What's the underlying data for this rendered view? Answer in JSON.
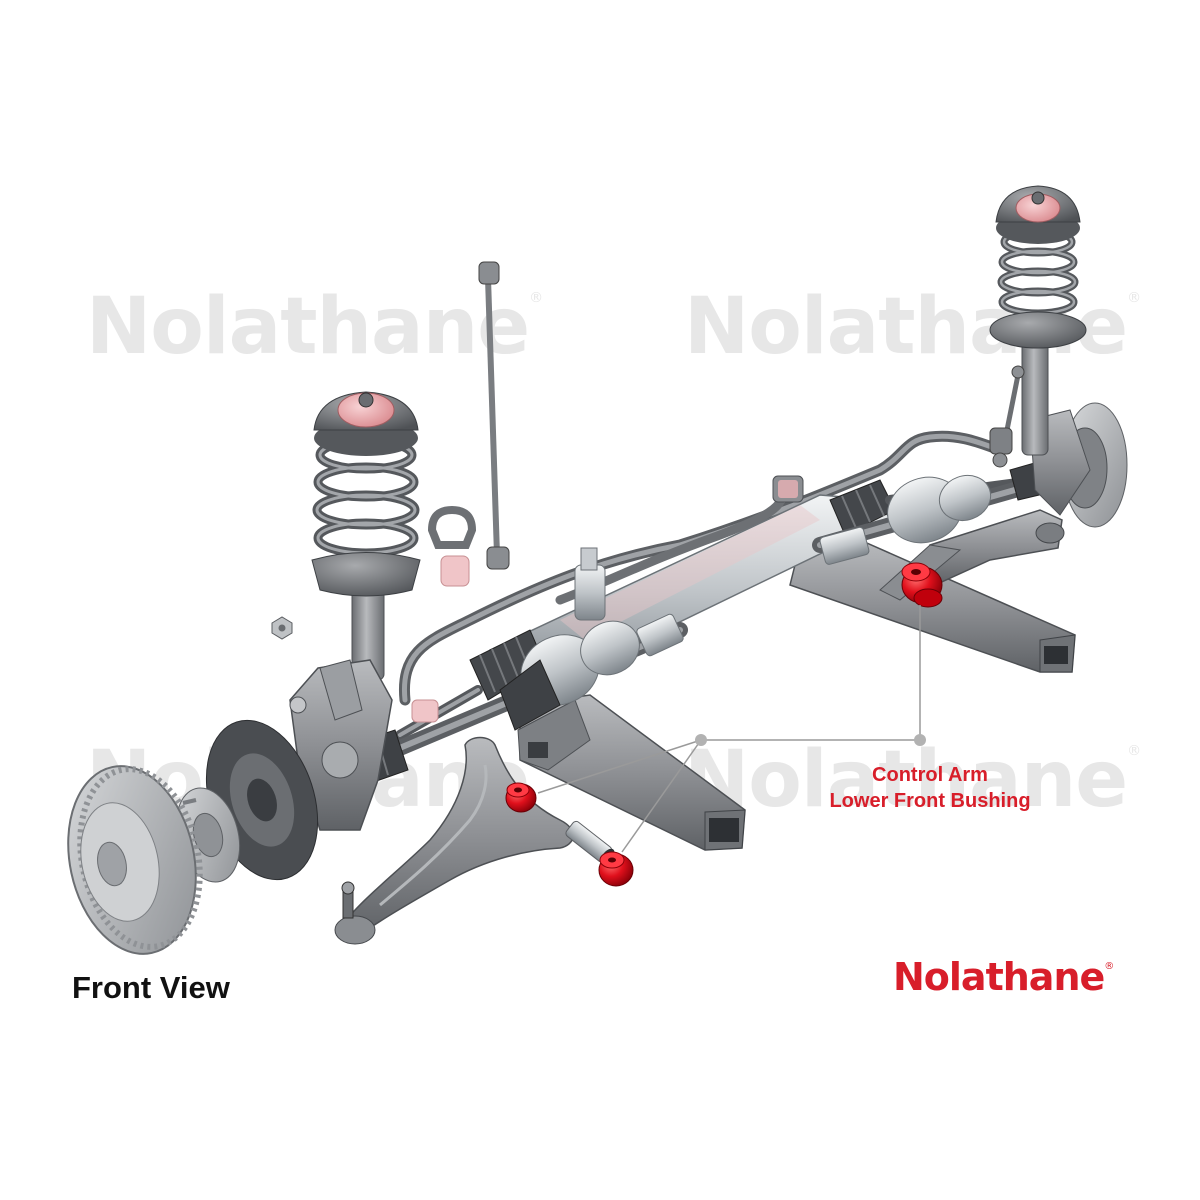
{
  "watermark": {
    "text": "Nolathane",
    "mark": "®",
    "color": "#e7e7e7"
  },
  "callout": {
    "line1": "Control Arm",
    "line2": "Lower Front Bushing",
    "color": "#d81e2a"
  },
  "view_label": "Front View",
  "brand": {
    "name": "Nolathane",
    "mark": "®",
    "color": "#d81e2a"
  },
  "colors": {
    "metal": "#8e9094",
    "metal_light": "#c4c6c9",
    "metal_dark": "#5f6266",
    "chrome": "#d9dde0",
    "bushing": "#e0101c",
    "pink_mount": "#e9a2a6",
    "leader": "#9a9a9a"
  }
}
